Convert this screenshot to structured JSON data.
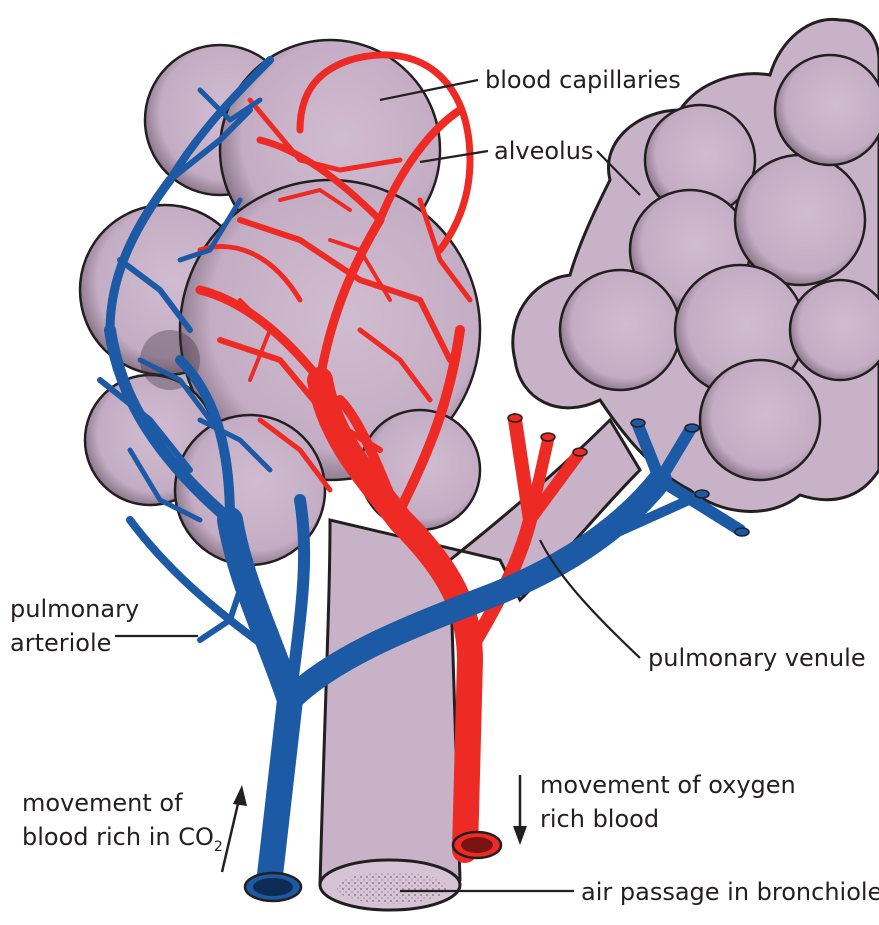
{
  "labels": {
    "blood_capillaries": "blood capillaries",
    "alveolus": "alveolus",
    "pulmonary_arteriole_line1": "pulmonary",
    "pulmonary_arteriole_line2": "arteriole",
    "pulmonary_venule": "pulmonary venule",
    "movement_oxygen_line1": "movement of oxygen",
    "movement_oxygen_line2": "rich blood",
    "movement_co2_line1": "movement of",
    "movement_co2_line2_prefix": "blood rich in CO",
    "movement_co2_subscript": "2",
    "air_passage": "air passage in bronchiole"
  },
  "colors": {
    "alveolus_fill": "#c7b2c7",
    "alveolus_shadow": "#3a2a3a",
    "oxygenated_vessel": "#ee2a24",
    "deoxygenated_vessel": "#1c5aa6",
    "outline": "#231f20",
    "leader_line": "#231f20"
  },
  "icons": {
    "arrow_up": "up-arrow-icon",
    "arrow_down": "down-arrow-icon"
  }
}
